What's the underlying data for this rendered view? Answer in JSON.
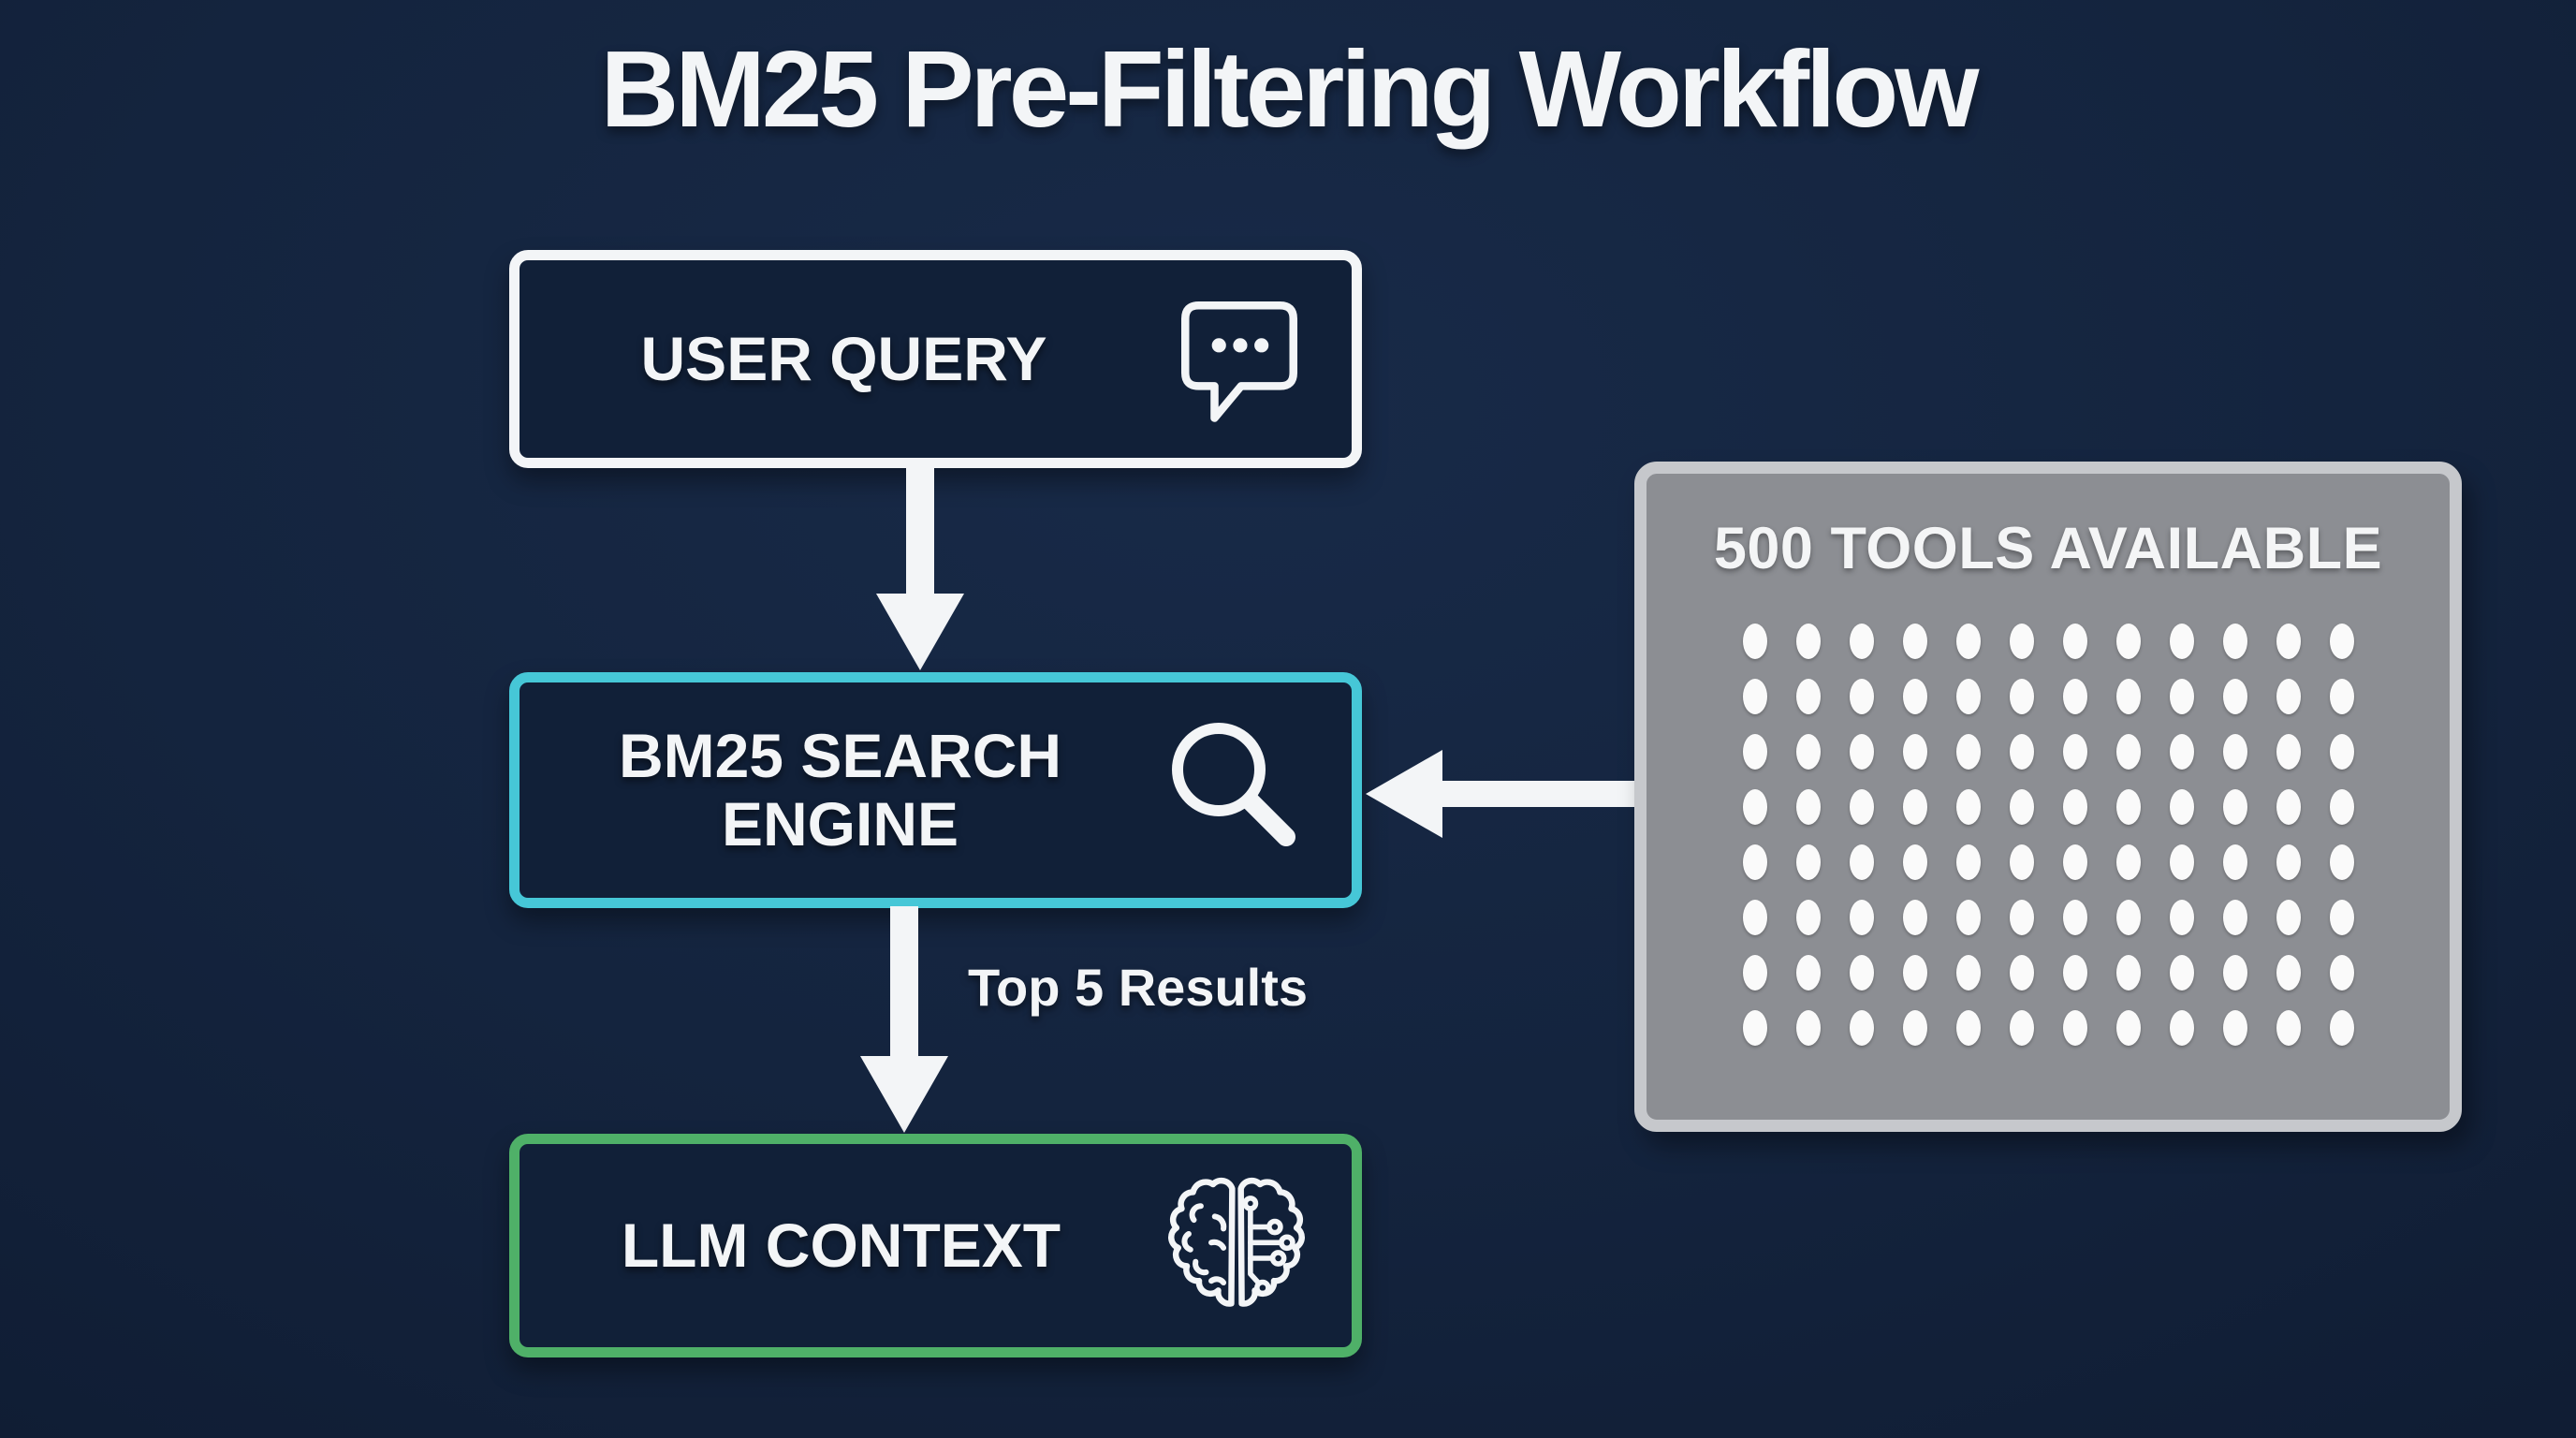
{
  "title": "BM25 Pre-Filtering Workflow",
  "flow": {
    "user_query": {
      "label": "USER QUERY",
      "icon": "speech-bubble-icon"
    },
    "bm25_search": {
      "label": "BM25 SEARCH ENGINE",
      "icon": "magnifier-icon"
    },
    "llm_context": {
      "label": "LLM CONTEXT",
      "icon": "brain-circuit-icon"
    }
  },
  "edges": {
    "bm25_to_llm_label": "Top 5 Results"
  },
  "tools_panel": {
    "title": "500 TOOLS AVAILABLE",
    "dot_rows": 8,
    "dot_cols": 12
  },
  "colors": {
    "background": "#14243E",
    "box_fill": "#112038",
    "white": "#F3F5F7",
    "cyan_border": "#46C7D7",
    "green_border": "#4FB068",
    "panel_fill": "#8C8E93",
    "panel_border": "#C6C8CC",
    "dot": "#FAFAFA"
  }
}
